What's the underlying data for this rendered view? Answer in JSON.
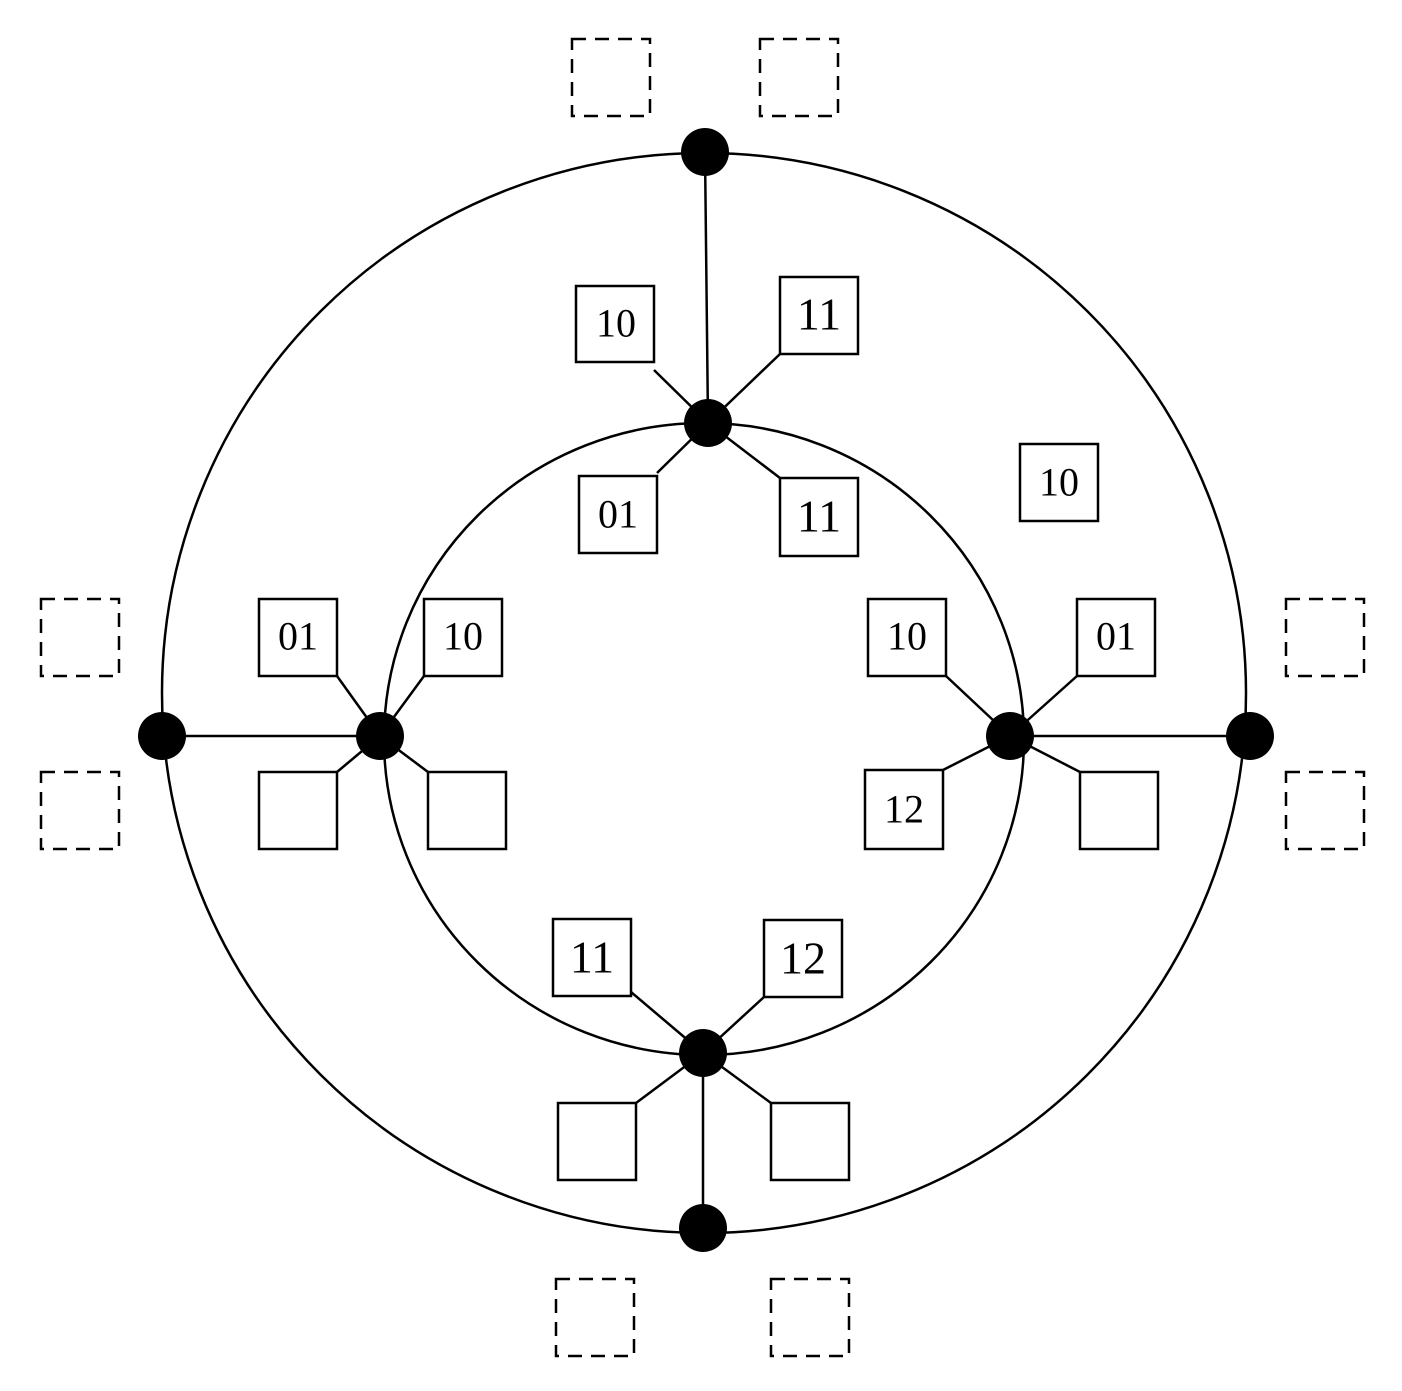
{
  "labels": {
    "top_hub_upper_left": "10",
    "top_hub_upper_right": "11",
    "top_hub_lower_left": "01",
    "top_hub_lower_right": "11",
    "free_label_right": "10",
    "left_hub_upper_left": "01",
    "left_hub_upper_right": "10",
    "left_hub_lower_left": "",
    "left_hub_lower_right": "",
    "right_hub_upper_left": "10",
    "right_hub_upper_right": "01",
    "right_hub_lower_left": "12",
    "right_hub_lower_right": "",
    "bottom_hub_upper_left": "11",
    "bottom_hub_upper_right": "12",
    "bottom_hub_lower_left": "",
    "bottom_hub_lower_right": ""
  }
}
